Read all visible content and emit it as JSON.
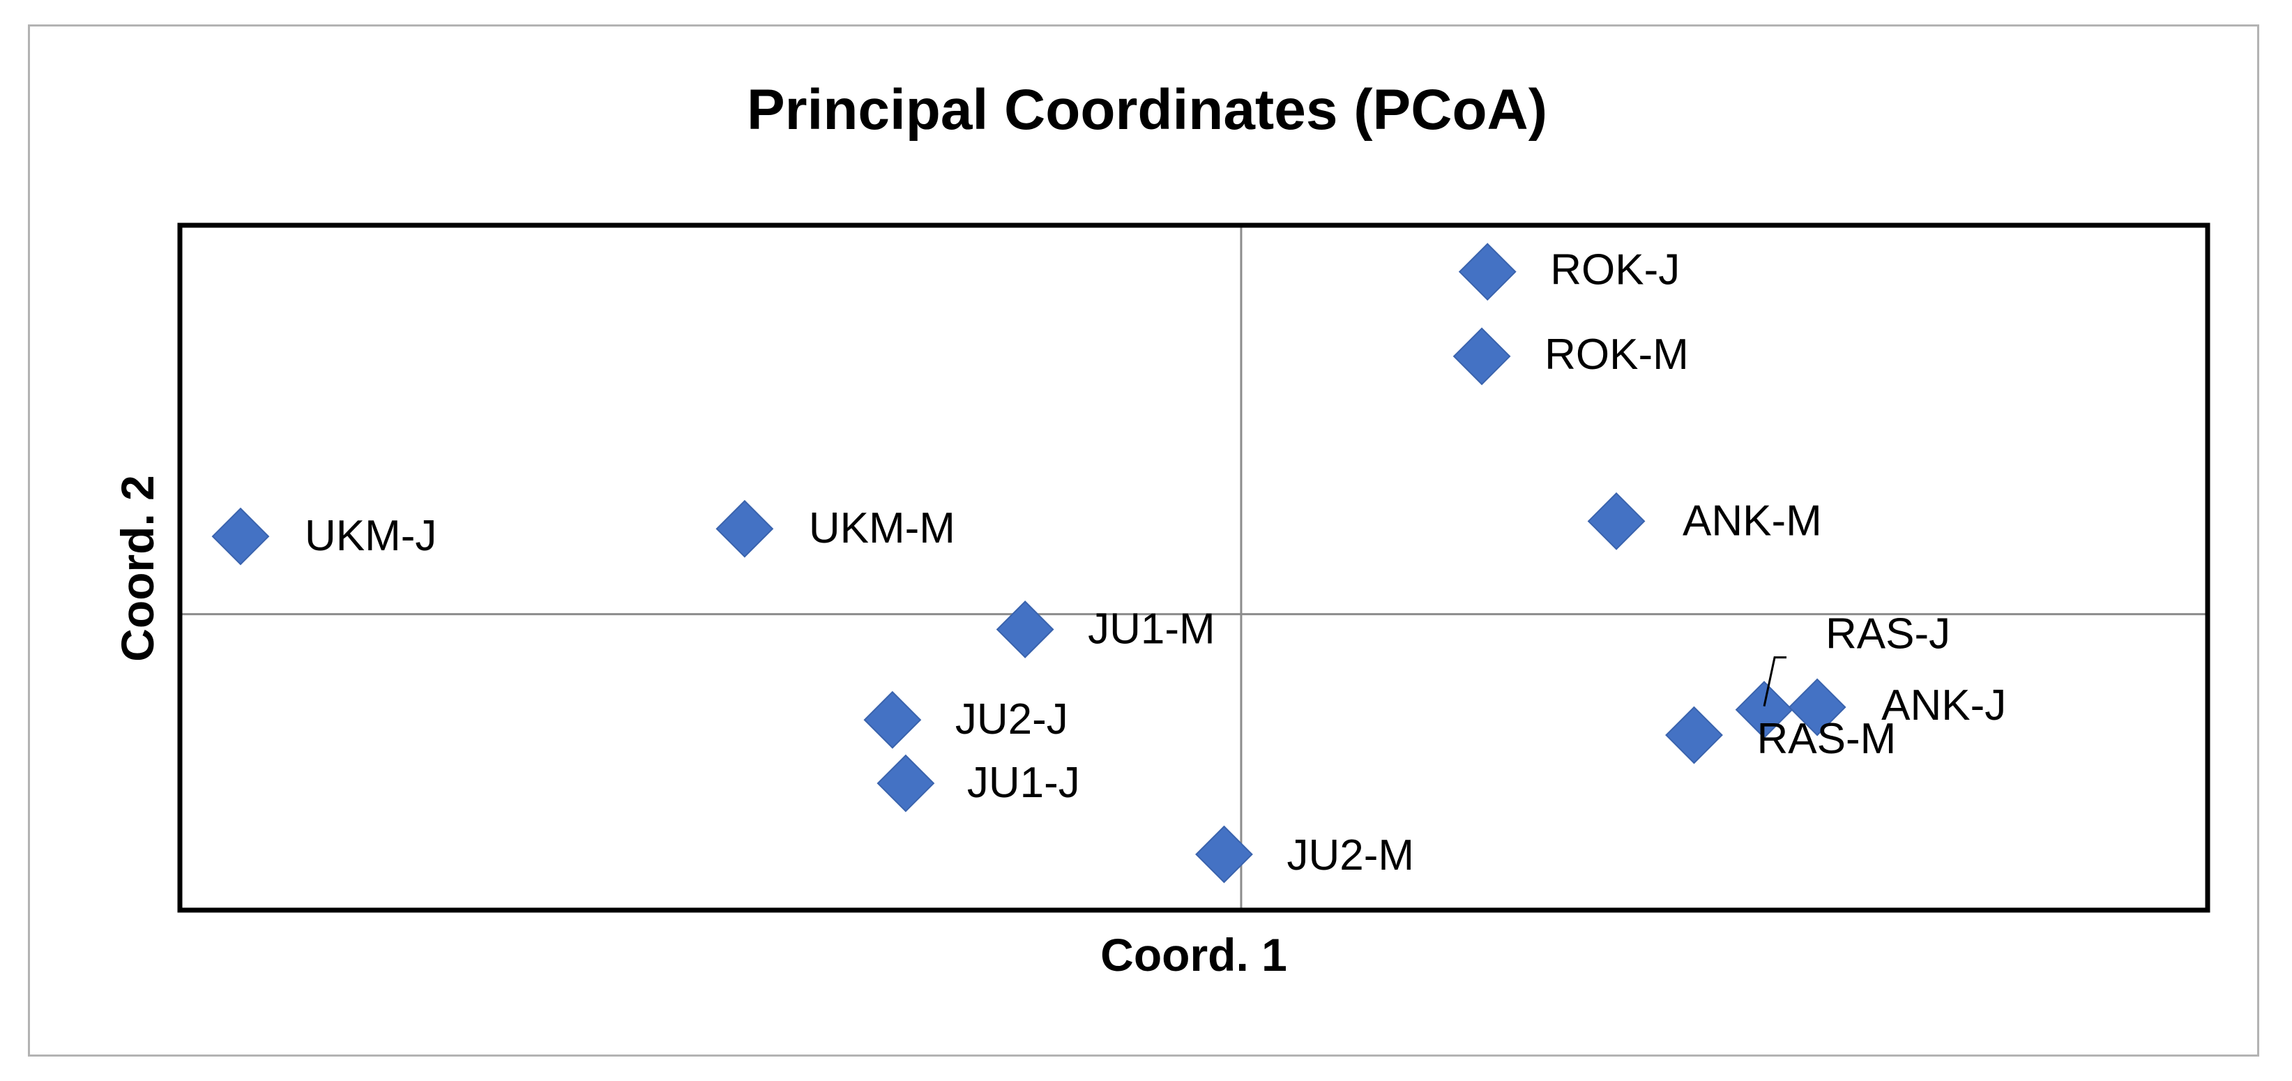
{
  "chart_data": {
    "type": "scatter",
    "title": "Principal Coordinates (PCoA)",
    "xlabel": "Coord. 1",
    "ylabel": "Coord. 2",
    "xlim": [
      -0.56,
      0.51
    ],
    "ylim": [
      -0.35,
      0.46
    ],
    "grid": false,
    "legend": "none",
    "zero_lines": true,
    "marker": "diamond",
    "marker_color": "#4472c4",
    "points": [
      {
        "label": "ROK-J",
        "x": 0.13,
        "y": 0.405
      },
      {
        "label": "ROK-M",
        "x": 0.127,
        "y": 0.305
      },
      {
        "label": "ANK-M",
        "x": 0.198,
        "y": 0.11
      },
      {
        "label": "UKM-J",
        "x": -0.528,
        "y": 0.092
      },
      {
        "label": "UKM-M",
        "x": -0.262,
        "y": 0.101
      },
      {
        "label": "JU1-M",
        "x": -0.114,
        "y": -0.018
      },
      {
        "label": "RAS-J",
        "x": 0.276,
        "y": -0.113
      },
      {
        "label": "ANK-J",
        "x": 0.304,
        "y": -0.11
      },
      {
        "label": "RAS-M",
        "x": 0.239,
        "y": -0.143
      },
      {
        "label": "JU2-J",
        "x": -0.184,
        "y": -0.125
      },
      {
        "label": "JU1-J",
        "x": -0.177,
        "y": -0.2
      },
      {
        "label": "JU2-M",
        "x": -0.009,
        "y": -0.284
      }
    ]
  }
}
